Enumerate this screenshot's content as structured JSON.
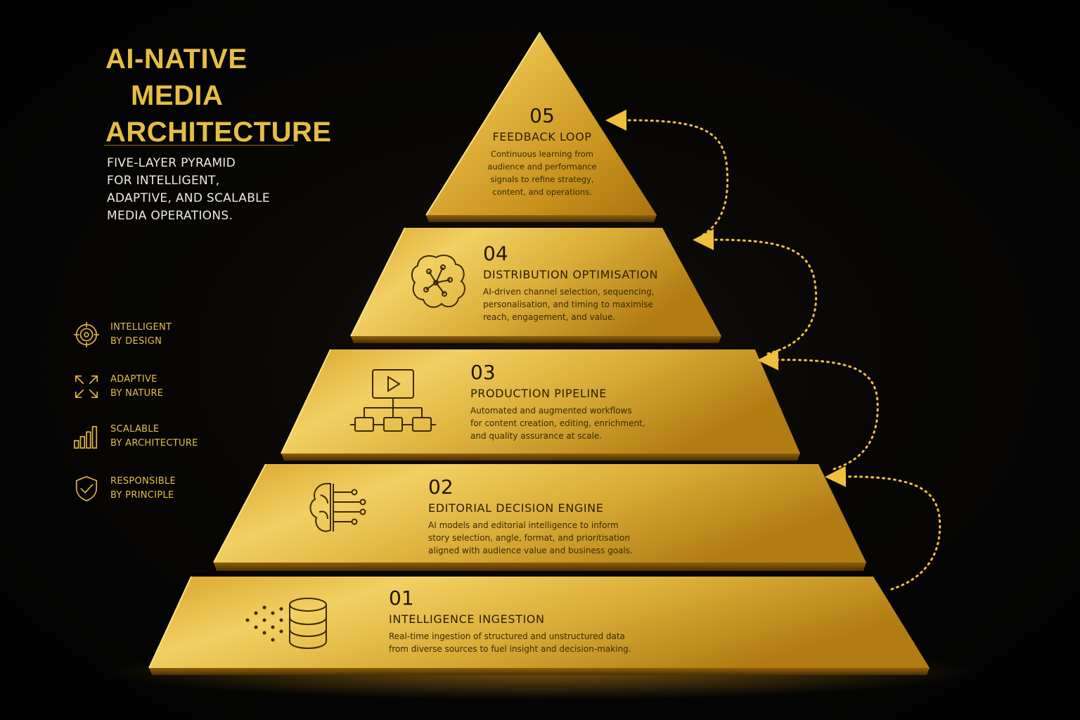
{
  "title_lines": [
    "AI-NATIVE",
    "MEDIA",
    "ARCHITECTURE"
  ],
  "subtitle_lines": [
    "FIVE-LAYER PYRAMID",
    "FOR INTELLIGENT,",
    "ADAPTIVE, AND SCALABLE",
    "MEDIA OPERATIONS."
  ],
  "pillars": [
    {
      "icon": "target-icon",
      "line1": "INTELLIGENT",
      "line2": "BY DESIGN"
    },
    {
      "icon": "expand-arrows-icon",
      "line1": "ADAPTIVE",
      "line2": "BY NATURE"
    },
    {
      "icon": "bar-chart-icon",
      "line1": "SCALABLE",
      "line2": "BY ARCHITECTURE"
    },
    {
      "icon": "shield-check-icon",
      "line1": "RESPONSIBLE",
      "line2": "BY PRINCIPLE"
    }
  ],
  "layers": [
    {
      "number": "01",
      "title": "INTELLIGENCE INGESTION",
      "description": "Real-time ingestion of structured and unstructured data\nfrom diverse sources to fuel insight and decision-making.",
      "icon": "database-icon"
    },
    {
      "number": "02",
      "title": "EDITORIAL DECISION ENGINE",
      "description": "AI models and editorial intelligence to inform\nstory selection, angle, format, and prioritisation\naligned with audience value and business goals.",
      "icon": "brain-circuit-icon"
    },
    {
      "number": "03",
      "title": "PRODUCTION PIPELINE",
      "description": "Automated and augmented workflows\nfor content creation, editing, enrichment,\nand quality assurance at scale.",
      "icon": "video-workflow-icon"
    },
    {
      "number": "04",
      "title": "DISTRIBUTION OPTIMISATION",
      "description": "AI-driven channel selection, sequencing,\npersonalisation, and timing to maximise\nreach, engagement, and value.",
      "icon": "brain-network-icon"
    },
    {
      "number": "05",
      "title": "FEEDBACK LOOP",
      "description": "Continuous learning from\naudience and performance\nsignals to refine strategy,\ncontent, and operations."
    }
  ],
  "colors": {
    "gold": "#e6bd45",
    "gold_light": "#f4d66a",
    "gold_dark": "#8a5f0c",
    "background": "#050403",
    "text_dark": "#2a1e04"
  }
}
